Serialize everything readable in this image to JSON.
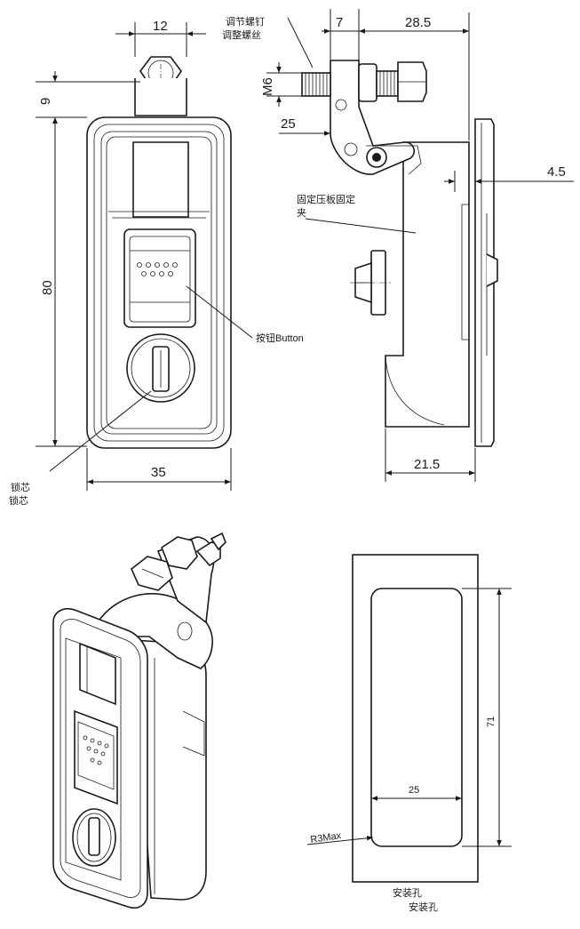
{
  "dimensions": {
    "width_top": "12",
    "top_offset": "9",
    "height": "80",
    "width": "35",
    "side_7": "7",
    "side_28_5": "28.5",
    "thread": "M6",
    "side_25": "25",
    "side_4_5": "4.5",
    "side_21_5": "21.5",
    "cutout_height": "71",
    "cutout_width": "25",
    "corner_radius": "R3Max"
  },
  "labels": {
    "adjust_screw_1": "调节螺钉",
    "adjust_screw_2": "调整螺丝",
    "clamp_1": "固定压板固定",
    "clamp_2": "夹",
    "button": "按钮Button",
    "core_1": "锁芯",
    "core_2": "锁芯",
    "mount_hole_1": "安装孔",
    "mount_hole_2": "安装孔"
  },
  "colors": {
    "line": "#1a1a1a",
    "background": "#ffffff"
  }
}
